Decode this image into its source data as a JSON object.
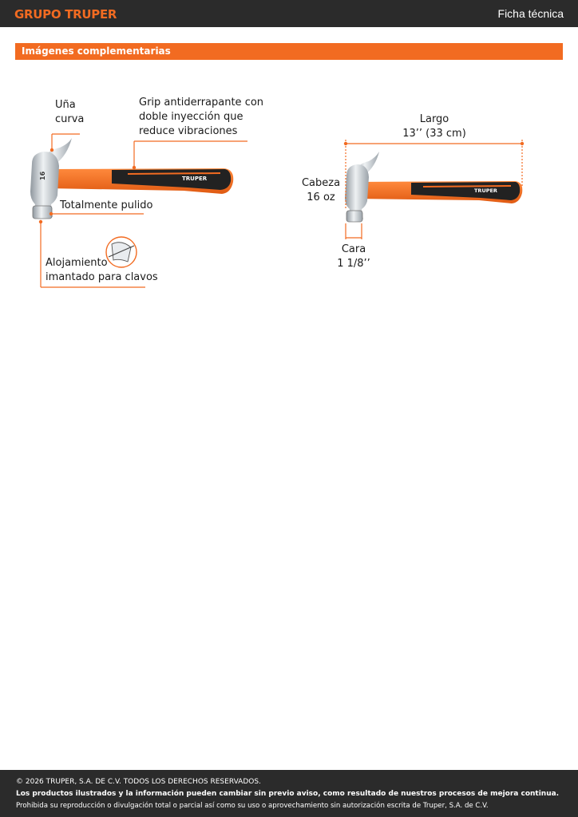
{
  "header": {
    "logo": "GRUPO TRUPER",
    "doc_type": "Ficha técnica"
  },
  "section": {
    "title": "Imágenes complementarias"
  },
  "left_figure": {
    "curved_claw": [
      "Uña",
      "curva"
    ],
    "grip": [
      "Grip antiderrapante con",
      "doble inyección que",
      "reduce vibraciones"
    ],
    "polished": "Totalmente pulido",
    "magnetic": [
      "Alojamiento",
      "imantado para clavos"
    ]
  },
  "right_figure": {
    "length_label": "Largo",
    "length_value": "13’’",
    "length_metric": " (33 cm)",
    "head_label": "Cabeza",
    "head_value": "16 oz",
    "face_label": "Cara",
    "face_value": "1 1/8’’"
  },
  "hammer": {
    "brand_on_handle": "TRUPER",
    "head_mark": "16",
    "head_unit": "oz"
  },
  "colors": {
    "accent": "#f26b21",
    "dark": "#2b2b2b",
    "steel": "#c9ced3"
  },
  "footer": {
    "copyright": "© 2026 TRUPER, S.A. DE C.V. TODOS LOS DERECHOS RESERVADOS.",
    "notice": "Los productos ilustrados y la información pueden cambiar sin previo aviso, como resultado de nuestros procesos de mejora continua.",
    "prohibition": "Prohibida su reproducción o divulgación total o parcial así como su uso o aprovechamiento sin autorización escrita de Truper, S.A. de C.V."
  }
}
